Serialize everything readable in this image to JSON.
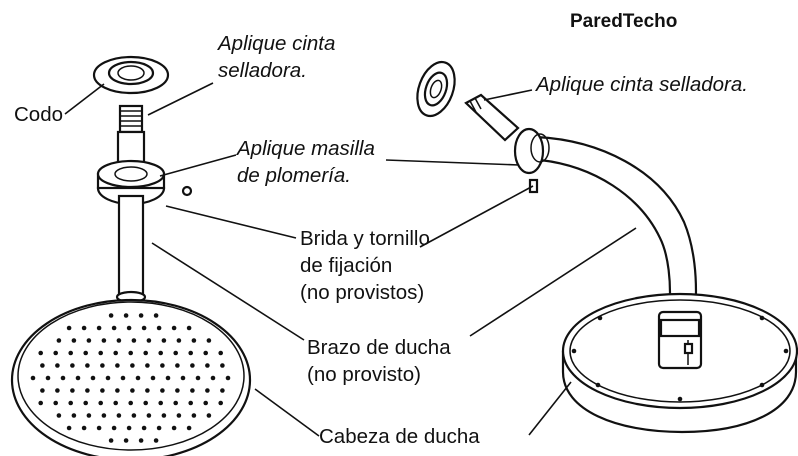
{
  "header": {
    "title": "ParedTecho"
  },
  "labels": {
    "codo": "Codo",
    "aplique_cinta_left_1": "Aplique cinta",
    "aplique_cinta_left_2": "selladora.",
    "aplique_masilla_1": "Aplique masilla",
    "aplique_masilla_2": "de plomería.",
    "aplique_cinta_right": "Aplique cinta selladora.",
    "brida_1": "Brida y tornillo",
    "brida_2": "de fijación",
    "brida_3": "(no provistos)",
    "brazo_1": "Brazo de ducha",
    "brazo_2": "(no provisto)",
    "cabeza": "Cabeza de ducha"
  }
}
